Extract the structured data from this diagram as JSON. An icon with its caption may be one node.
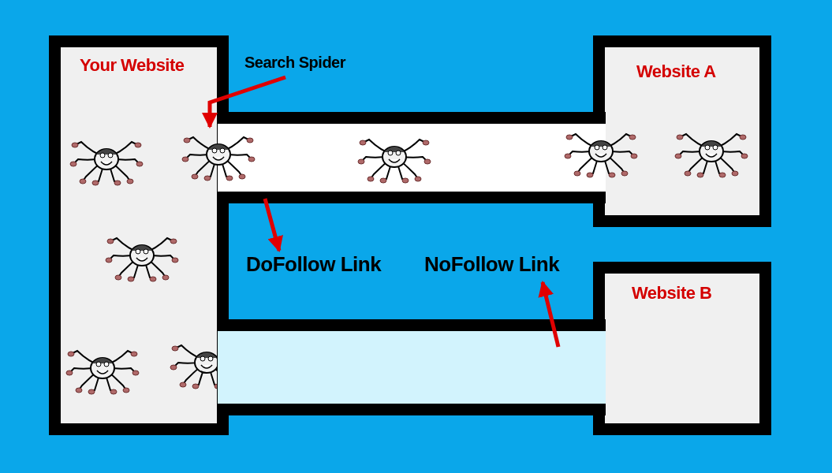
{
  "diagram": {
    "nodes": [
      {
        "text": [
          "Your Website"
        ]
      },
      {
        "text": [
          "Search Spider"
        ]
      },
      {
        "text": [
          "Website A"
        ]
      },
      {
        "text": [],
        "shape": "picture",
        "in": 0
      },
      {
        "text": [],
        "shape": "bar"
      },
      {
        "text": [
          "DoFollow Link"
        ]
      },
      {
        "text": [
          "NoFollow Link"
        ]
      },
      {
        "text": [
          "Website B"
        ]
      },
      {
        "text": [],
        "shape": "bar"
      }
    ],
    "edges": [
      {
        "from": 1,
        "to": 3,
        "arrow": "to"
      },
      {
        "from": 4,
        "to": 5,
        "arrow": "to"
      },
      {
        "from": 8,
        "to": 6,
        "arrow": "to"
      }
    ]
  }
}
